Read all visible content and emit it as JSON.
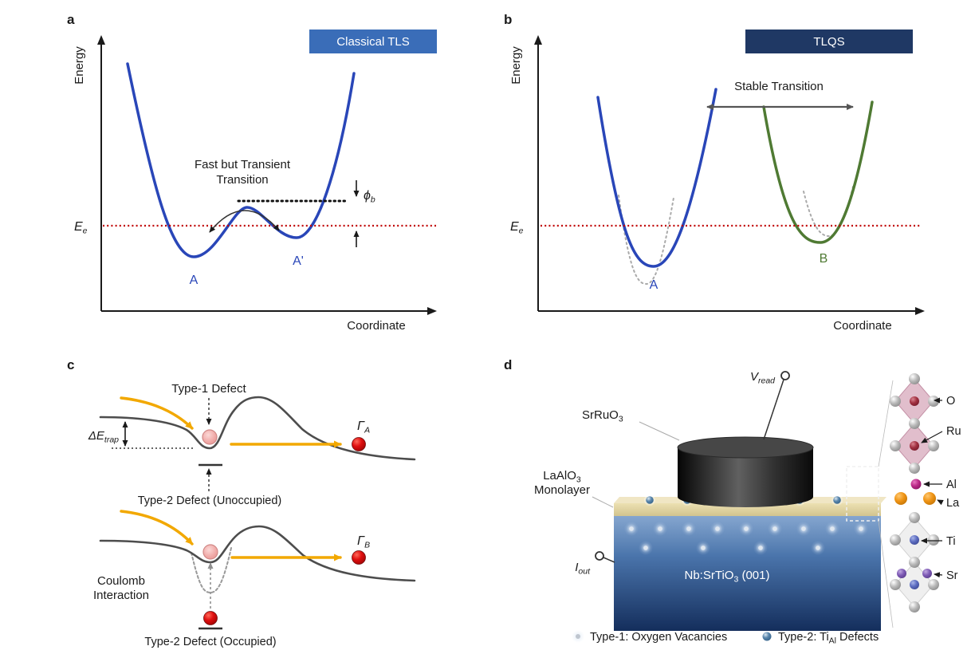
{
  "panel_a": {
    "label": "a",
    "badge": "Classical TLS",
    "y_axis": "Energy",
    "x_axis": "Coordinate",
    "annotation_line1": "Fast but Transient",
    "annotation_line2": "Transition",
    "barrier_label": {
      "main": "ϕ",
      "sub": "b"
    },
    "energy_level": {
      "main": "E",
      "sub": "e"
    },
    "well_left": "A",
    "well_right": "A'",
    "colors": {
      "curve": "#2946b8",
      "badge": "#3a6db8",
      "energy_line": "#c00000"
    }
  },
  "panel_b": {
    "label": "b",
    "badge": "TLQS",
    "y_axis": "Energy",
    "x_axis": "Coordinate",
    "annotation": "Stable Transition",
    "energy_level": {
      "main": "E",
      "sub": "e"
    },
    "well_left": "A",
    "well_right": "B",
    "colors": {
      "curve_left": "#2946b8",
      "curve_right": "#4f7a33",
      "badge": "#1f3864",
      "energy_line": "#c00000",
      "ghost": "#aaaaaa"
    }
  },
  "panel_c": {
    "label": "c",
    "type1_label": "Type-1 Defect",
    "trap_depth": {
      "main": "ΔE",
      "sub": "trap"
    },
    "rate_left": {
      "main": "Γ",
      "sub": "A"
    },
    "type2_unoccupied": "Type-2 Defect (Unoccupied)",
    "coulomb_line1": "Coulomb",
    "coulomb_line2": "Interaction",
    "rate_right": {
      "main": "Γ",
      "sub": "B"
    },
    "type2_occupied": "Type-2 Defect (Occupied)",
    "colors": {
      "transfer_arrow": "#f2a800",
      "electron": "#e01212",
      "trap_site": "#f2aaa8",
      "landscape": "#4d4d4d"
    }
  },
  "panel_d": {
    "label": "d",
    "v_read": {
      "main": "V",
      "sub": "read"
    },
    "electrode_label": {
      "main": "SrRuO",
      "sub": "3"
    },
    "monolayer_line1": {
      "main": "LaAlO",
      "sub": "3"
    },
    "monolayer_line2": "Monolayer",
    "i_out": {
      "main": "I",
      "sub": "out"
    },
    "substrate_label": {
      "main": "Nb:SrTiO",
      "sub": "3",
      "post": " (001)"
    },
    "atom_labels": [
      "O",
      "Ru",
      "Al",
      "La",
      "Ti",
      "Sr"
    ],
    "legend_type1": "Type-1: Oxygen Vacancies",
    "legend_type2": {
      "pre": "Type-2: Ti",
      "sub": "Al",
      "post": " Defects"
    },
    "colors": {
      "substrate_top": "#85a6cf",
      "substrate_bottom": "#142e5c",
      "monolayer": "#e8dcab",
      "electrode": "#2e2e2e",
      "type2_dot": "#3a6d9e"
    }
  }
}
